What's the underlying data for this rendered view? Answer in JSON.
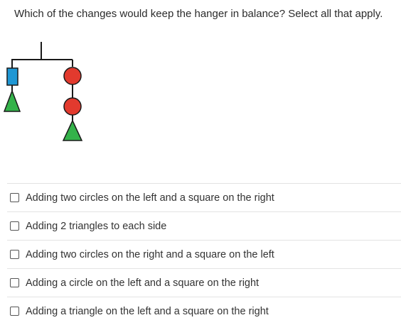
{
  "question": {
    "text": "Which of the changes would keep the hanger in balance? Select all that apply."
  },
  "colors": {
    "square": "#1f97d4",
    "circle": "#e23a2e",
    "triangle": "#34b24a",
    "outline": "#1a1a1a"
  },
  "hanger": {
    "left_side": [
      "square",
      "triangle"
    ],
    "right_side": [
      "circle",
      "circle",
      "triangle"
    ]
  },
  "options": [
    {
      "label": "Adding two circles on the left and a square on the right",
      "checked": false
    },
    {
      "label": "Adding 2 triangles to each side",
      "checked": false
    },
    {
      "label": "Adding two circles on the right and a square on the left",
      "checked": false
    },
    {
      "label": "Adding a circle on the left and a square on the right",
      "checked": false
    },
    {
      "label": "Adding a triangle on the left and a square on the right",
      "checked": false
    }
  ]
}
